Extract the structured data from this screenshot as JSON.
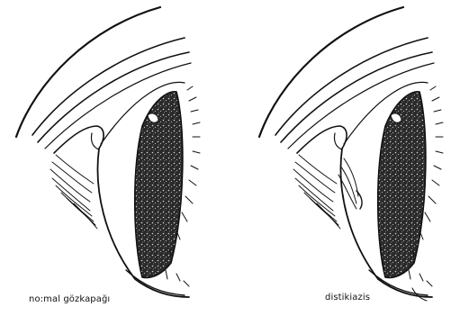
{
  "figure": {
    "panels": [
      {
        "id": "normal",
        "caption": "no:mal gözkapağı"
      },
      {
        "id": "distichiasis",
        "caption": "distikiazis"
      }
    ]
  }
}
